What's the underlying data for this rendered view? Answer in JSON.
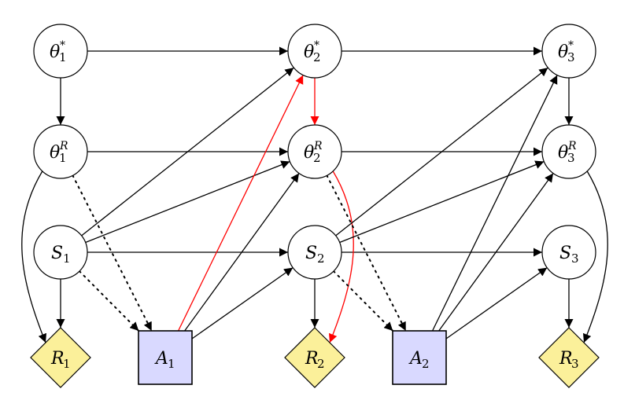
{
  "diagram": {
    "title": "Dynamic decision network with three time steps",
    "colors": {
      "edge": "#000000",
      "highlight": "#ff0000",
      "chance_fill": "#ffffff",
      "decision_fill": "#d9d9ff",
      "utility_fill": "#fbf09a",
      "stroke": "#000000"
    },
    "nodes": [
      {
        "id": "theta_star_1",
        "kind": "chance",
        "base": "θ",
        "sub": "1",
        "sup": "*",
        "col": 0,
        "row": 0
      },
      {
        "id": "theta_star_2",
        "kind": "chance",
        "base": "θ",
        "sub": "2",
        "sup": "*",
        "col": 2,
        "row": 0
      },
      {
        "id": "theta_star_3",
        "kind": "chance",
        "base": "θ",
        "sub": "3",
        "sup": "*",
        "col": 4,
        "row": 0
      },
      {
        "id": "theta_R_1",
        "kind": "chance",
        "base": "θ",
        "sub": "1",
        "sup": "R",
        "col": 0,
        "row": 1
      },
      {
        "id": "theta_R_2",
        "kind": "chance",
        "base": "θ",
        "sub": "2",
        "sup": "R",
        "col": 2,
        "row": 1
      },
      {
        "id": "theta_R_3",
        "kind": "chance",
        "base": "θ",
        "sub": "3",
        "sup": "R",
        "col": 4,
        "row": 1
      },
      {
        "id": "S_1",
        "kind": "chance",
        "base": "S",
        "sub": "1",
        "sup": "",
        "col": 0,
        "row": 2
      },
      {
        "id": "S_2",
        "kind": "chance",
        "base": "S",
        "sub": "2",
        "sup": "",
        "col": 2,
        "row": 2
      },
      {
        "id": "S_3",
        "kind": "chance",
        "base": "S",
        "sub": "3",
        "sup": "",
        "col": 4,
        "row": 2
      },
      {
        "id": "R_1",
        "kind": "utility",
        "base": "R",
        "sub": "1",
        "sup": "",
        "col": 0,
        "row": 3
      },
      {
        "id": "A_1",
        "kind": "decision",
        "base": "A",
        "sub": "1",
        "sup": "",
        "col": 1,
        "row": 3
      },
      {
        "id": "R_2",
        "kind": "utility",
        "base": "R",
        "sub": "2",
        "sup": "",
        "col": 2,
        "row": 3
      },
      {
        "id": "A_2",
        "kind": "decision",
        "base": "A",
        "sub": "2",
        "sup": "",
        "col": 3,
        "row": 3
      },
      {
        "id": "R_3",
        "kind": "utility",
        "base": "R",
        "sub": "3",
        "sup": "",
        "col": 4,
        "row": 3
      }
    ],
    "edges": [
      {
        "from": "theta_star_1",
        "to": "theta_star_2",
        "style": "solid",
        "color": "edge"
      },
      {
        "from": "theta_star_2",
        "to": "theta_star_3",
        "style": "solid",
        "color": "edge"
      },
      {
        "from": "theta_star_1",
        "to": "theta_R_1",
        "style": "solid",
        "color": "edge"
      },
      {
        "from": "theta_star_2",
        "to": "theta_R_2",
        "style": "solid",
        "color": "highlight"
      },
      {
        "from": "theta_star_3",
        "to": "theta_R_3",
        "style": "solid",
        "color": "edge"
      },
      {
        "from": "theta_R_1",
        "to": "theta_R_2",
        "style": "solid",
        "color": "edge"
      },
      {
        "from": "theta_R_2",
        "to": "theta_R_3",
        "style": "solid",
        "color": "edge"
      },
      {
        "from": "S_1",
        "to": "S_2",
        "style": "solid",
        "color": "edge"
      },
      {
        "from": "S_2",
        "to": "S_3",
        "style": "solid",
        "color": "edge"
      },
      {
        "from": "S_1",
        "to": "R_1",
        "style": "solid",
        "color": "edge"
      },
      {
        "from": "S_2",
        "to": "R_2",
        "style": "solid",
        "color": "edge"
      },
      {
        "from": "S_3",
        "to": "R_3",
        "style": "solid",
        "color": "edge"
      },
      {
        "from": "theta_R_1",
        "to": "R_1",
        "style": "curved-left",
        "color": "edge"
      },
      {
        "from": "theta_R_2",
        "to": "R_2",
        "style": "curved-right",
        "color": "highlight"
      },
      {
        "from": "theta_R_3",
        "to": "R_3",
        "style": "curved-right",
        "color": "edge"
      },
      {
        "from": "S_1",
        "to": "theta_star_2",
        "style": "solid",
        "color": "edge"
      },
      {
        "from": "S_1",
        "to": "theta_R_2",
        "style": "solid",
        "color": "edge"
      },
      {
        "from": "S_2",
        "to": "theta_star_3",
        "style": "solid",
        "color": "edge"
      },
      {
        "from": "S_2",
        "to": "theta_R_3",
        "style": "solid",
        "color": "edge"
      },
      {
        "from": "A_1",
        "to": "theta_star_2",
        "style": "solid",
        "color": "highlight"
      },
      {
        "from": "A_1",
        "to": "theta_R_2",
        "style": "solid",
        "color": "edge"
      },
      {
        "from": "A_1",
        "to": "S_2",
        "style": "solid",
        "color": "edge"
      },
      {
        "from": "A_2",
        "to": "theta_star_3",
        "style": "solid",
        "color": "edge"
      },
      {
        "from": "A_2",
        "to": "theta_R_3",
        "style": "solid",
        "color": "edge"
      },
      {
        "from": "A_2",
        "to": "S_3",
        "style": "solid",
        "color": "edge"
      },
      {
        "from": "theta_R_1",
        "to": "A_1",
        "style": "dotted",
        "color": "edge"
      },
      {
        "from": "S_1",
        "to": "A_1",
        "style": "dotted",
        "color": "edge"
      },
      {
        "from": "theta_R_2",
        "to": "A_2",
        "style": "dotted",
        "color": "edge"
      },
      {
        "from": "S_2",
        "to": "A_2",
        "style": "dotted",
        "color": "edge"
      }
    ]
  }
}
